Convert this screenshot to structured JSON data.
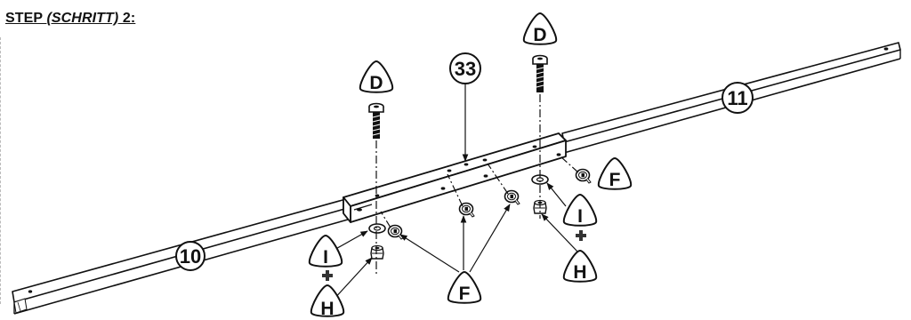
{
  "step": {
    "prefix": "STEP ",
    "translation": "(SCHRITT)",
    "suffix": " 2:"
  },
  "parts": {
    "left_tube": "10",
    "right_tube": "11",
    "connector": "33"
  },
  "hardware": {
    "bolt": "D",
    "screw": "F",
    "washer": "I",
    "nut": "H"
  },
  "colors": {
    "line": "#111111",
    "background": "#ffffff"
  }
}
